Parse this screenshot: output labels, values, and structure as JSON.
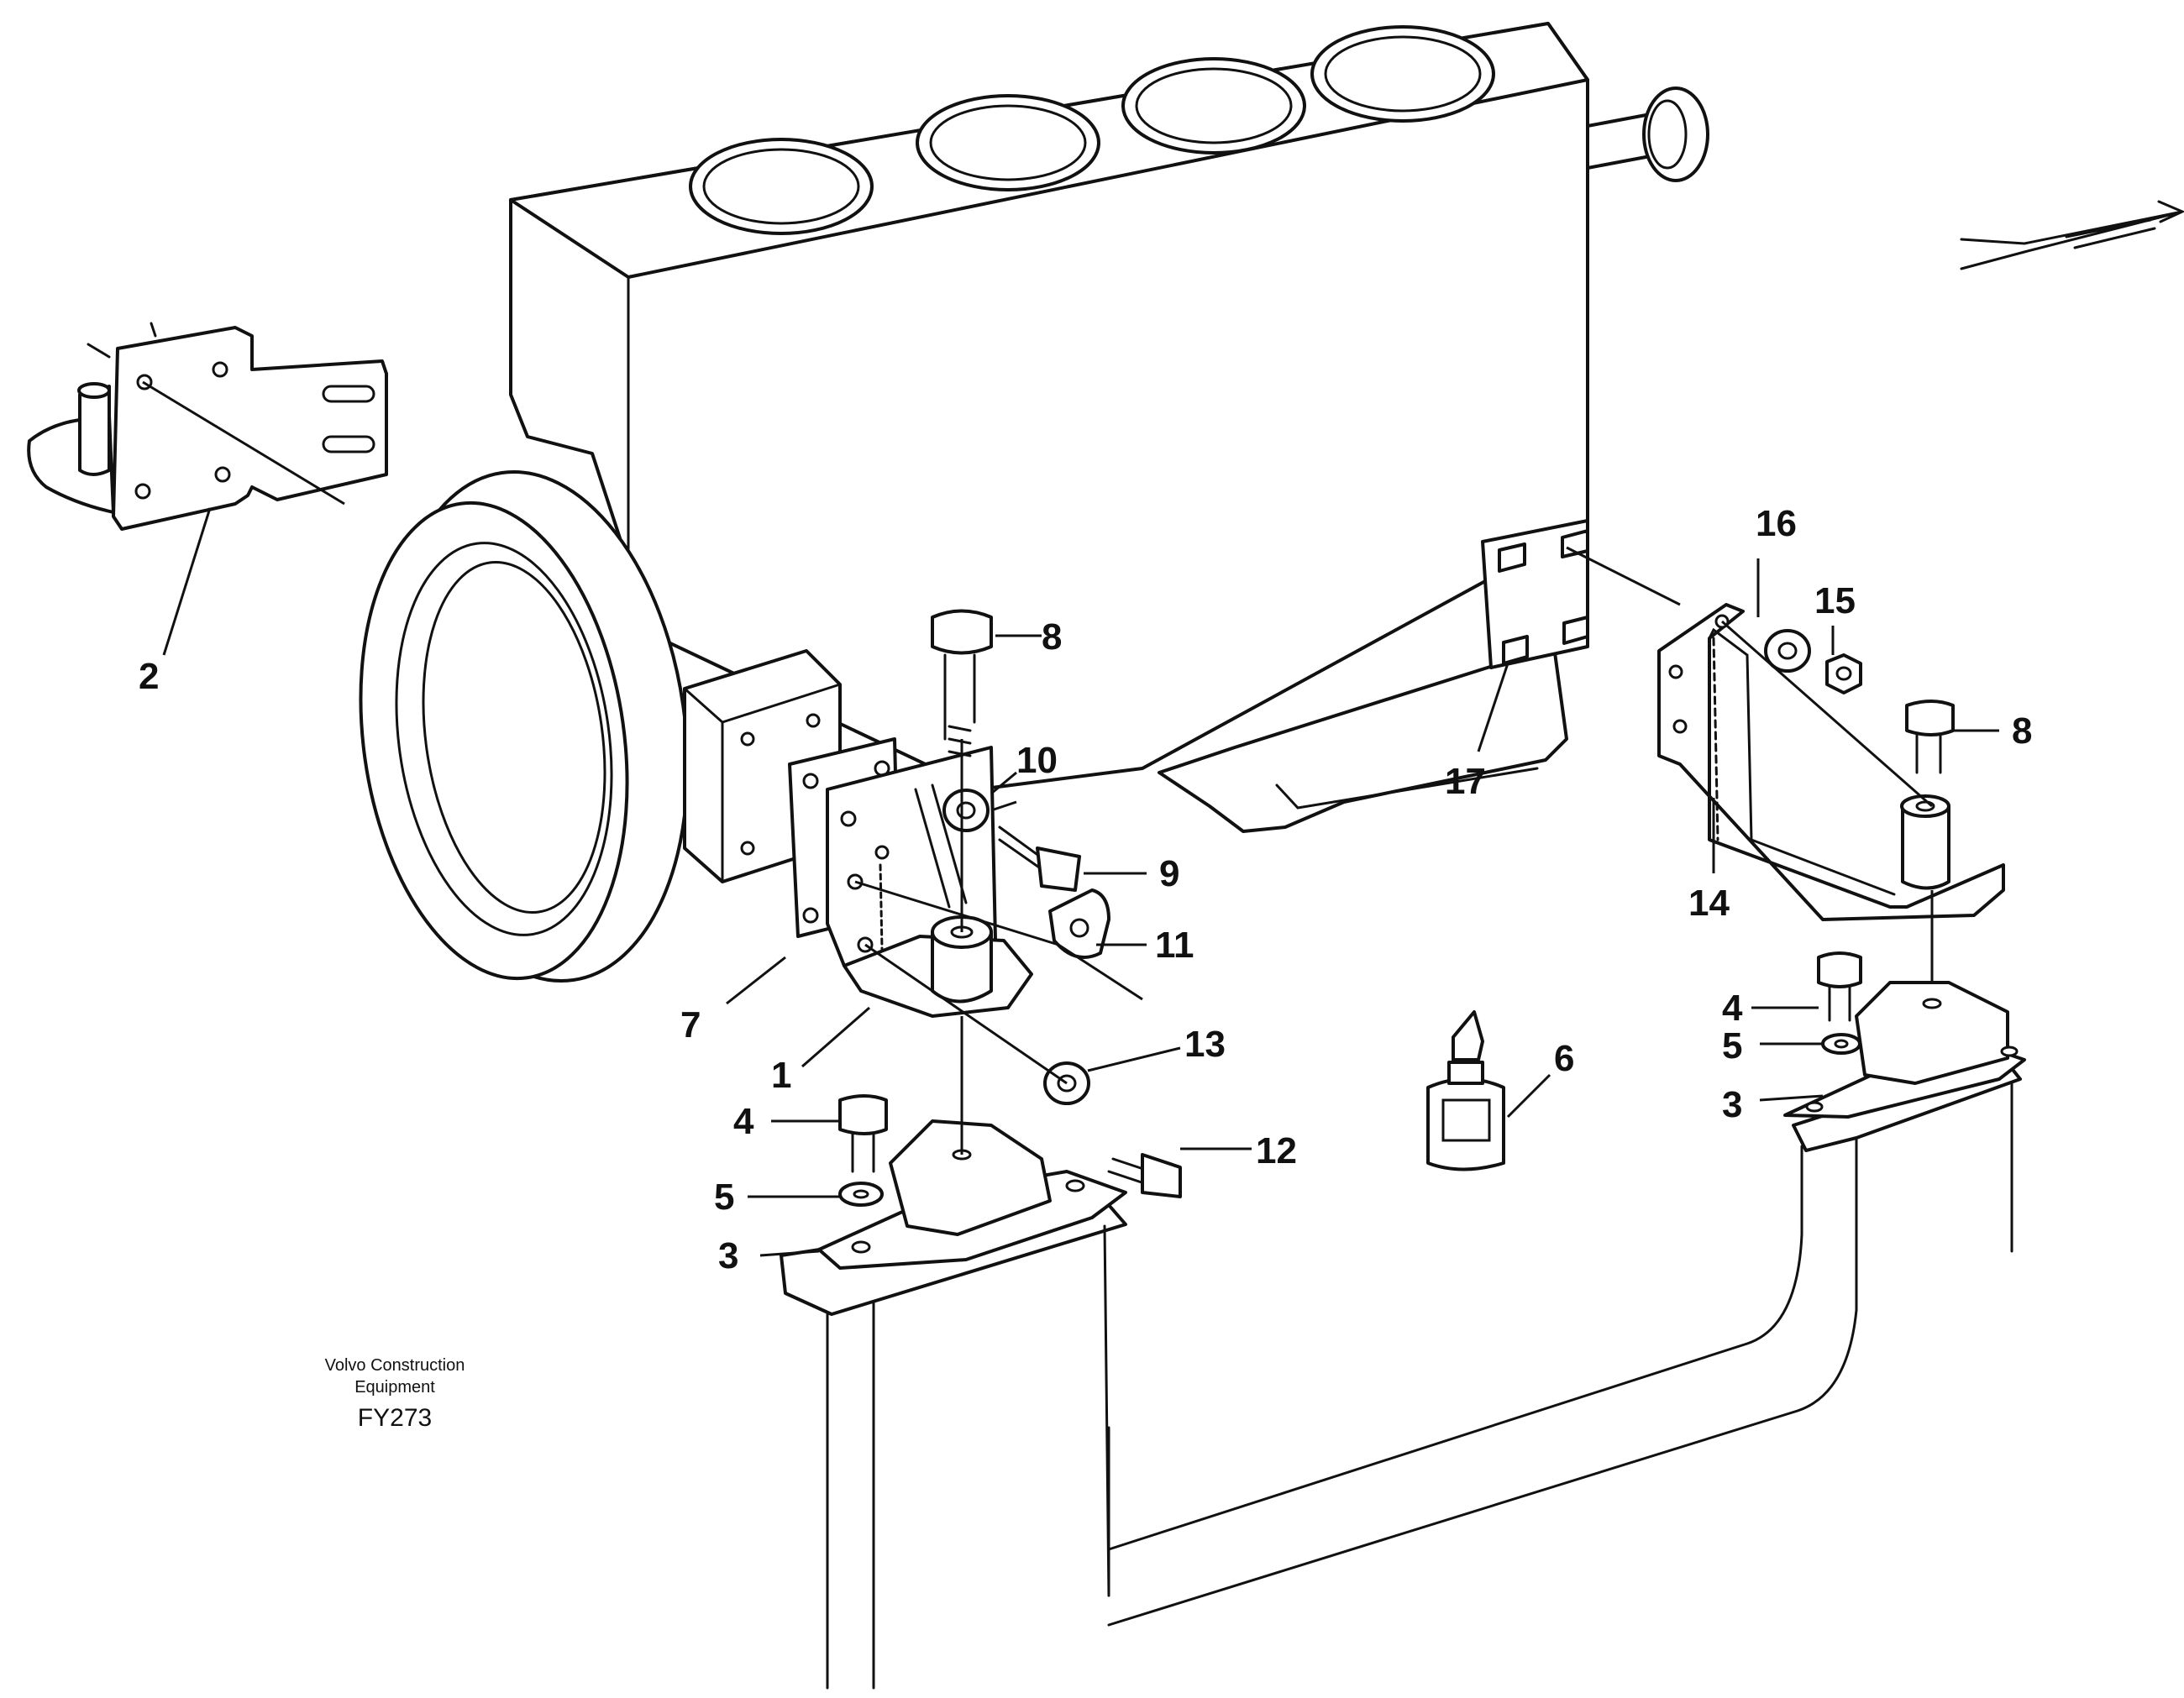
{
  "callouts": {
    "c1": "1",
    "c2": "2",
    "c3a": "3",
    "c3b": "3",
    "c4a": "4",
    "c4b": "4",
    "c5a": "5",
    "c5b": "5",
    "c6": "6",
    "c7": "7",
    "c8a": "8",
    "c8b": "8",
    "c9": "9",
    "c10": "10",
    "c11": "11",
    "c12": "12",
    "c13": "13",
    "c14": "14",
    "c15": "15",
    "c16": "16",
    "c17": "17"
  },
  "footer": {
    "line1": "Volvo Construction",
    "line2": "Equipment",
    "code": "FY273"
  }
}
